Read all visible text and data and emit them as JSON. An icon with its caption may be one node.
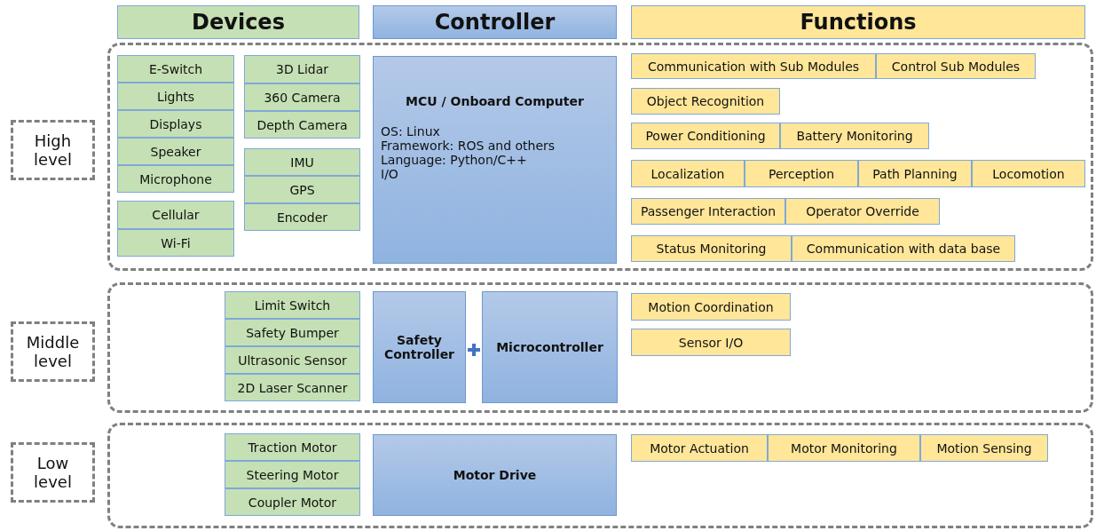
{
  "diagram": {
    "nodes": [
      {
        "text": [
          "Devices"
        ]
      },
      {
        "text": [
          "Controller"
        ]
      },
      {
        "text": [
          "Functions"
        ]
      },
      {
        "text": [
          "High level"
        ]
      },
      {
        "text": [],
        "shape": "box"
      },
      {
        "text": [
          "E-Switch"
        ],
        "in": 4
      },
      {
        "text": [
          "Lights"
        ],
        "in": 4
      },
      {
        "text": [
          "Displays"
        ],
        "in": 4
      },
      {
        "text": [
          "Speaker"
        ],
        "in": 4
      },
      {
        "text": [
          "Microphone"
        ],
        "in": 4
      },
      {
        "text": [
          "3D Lidar"
        ],
        "in": 4
      },
      {
        "text": [
          "360 Camera"
        ],
        "in": 4
      },
      {
        "text": [
          "Depth Camera"
        ],
        "in": 4
      },
      {
        "text": [
          "Cellular"
        ],
        "in": 4
      },
      {
        "text": [
          "Wi-Fi"
        ],
        "in": 4
      },
      {
        "text": [
          "IMU"
        ],
        "in": 4
      },
      {
        "text": [
          "GPS"
        ],
        "in": 4
      },
      {
        "text": [
          "Encoder"
        ],
        "in": 4
      },
      {
        "text": [
          "MCU / Onboard Computer",
          "OS: Linux",
          "Framework: ROS and others",
          "Language: Python/C++",
          "I/O"
        ],
        "in": 4
      },
      {
        "text": [
          "Communication with Sub Modules"
        ],
        "in": 4
      },
      {
        "text": [
          "Control Sub Modules"
        ],
        "in": 4
      },
      {
        "text": [
          "Object Recognition"
        ],
        "in": 4
      },
      {
        "text": [
          "Power Conditioning"
        ],
        "in": 4
      },
      {
        "text": [
          "Battery Monitoring"
        ],
        "in": 4
      },
      {
        "text": [
          "Localization"
        ],
        "in": 4
      },
      {
        "text": [
          "Perception"
        ],
        "in": 4
      },
      {
        "text": [
          "Path Planning"
        ],
        "in": 4
      },
      {
        "text": [
          "Locomotion"
        ],
        "in": 4
      },
      {
        "text": [
          "Passenger Interaction"
        ],
        "in": 4
      },
      {
        "text": [
          "Operator Override"
        ],
        "in": 4
      },
      {
        "text": [
          "Status Monitoring"
        ],
        "in": 4
      },
      {
        "text": [
          "Communication with data base"
        ],
        "in": 4
      },
      {
        "text": [
          "Middle level"
        ]
      },
      {
        "text": [],
        "shape": "box"
      },
      {
        "text": [
          "Limit Switch"
        ],
        "in": 33
      },
      {
        "text": [
          "Safety Bumper"
        ],
        "in": 33
      },
      {
        "text": [
          "Ultrasonic Sensor"
        ],
        "in": 33
      },
      {
        "text": [
          "2D Laser Scanner"
        ],
        "in": 33
      },
      {
        "text": [
          "Safety Controller"
        ],
        "in": 33
      },
      {
        "text": [
          "Microcontroller"
        ],
        "in": 33
      },
      {
        "text": [
          "Motion Coordination"
        ],
        "in": 33
      },
      {
        "text": [
          "Sensor I/O"
        ],
        "in": 33
      },
      {
        "text": [
          "Low level"
        ]
      },
      {
        "text": [],
        "shape": "box"
      },
      {
        "text": [
          "Traction Motor"
        ],
        "in": 43
      },
      {
        "text": [
          "Steering Motor"
        ],
        "in": 43
      },
      {
        "text": [
          "Coupler Motor"
        ],
        "in": 43
      },
      {
        "text": [
          "Motor Drive"
        ],
        "in": 43
      },
      {
        "text": [
          "Motor Actuation"
        ],
        "in": 43
      },
      {
        "text": [
          "Motor Monitoring"
        ],
        "in": 43
      },
      {
        "text": [
          "Motion Sensing"
        ],
        "in": 43
      }
    ]
  }
}
